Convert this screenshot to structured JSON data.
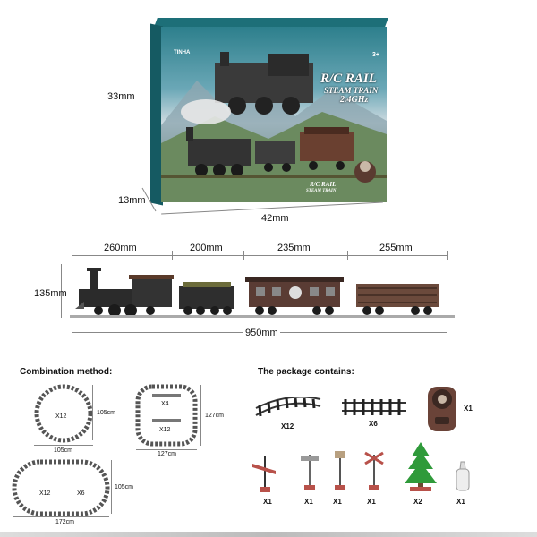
{
  "box": {
    "brand": "TINHA",
    "age": "3+",
    "title": "R/C RAIL",
    "subtitle": "STEAM TRAIN",
    "freq": "2.4GHz",
    "front_title": "R/C RAIL",
    "front_subtitle": "STEAM TRAIN"
  },
  "box_dims": {
    "height": "33mm",
    "depth": "13mm",
    "width": "42mm"
  },
  "train_dims": {
    "car1": "260mm",
    "car2": "200mm",
    "car3": "235mm",
    "car4": "255mm",
    "height": "135mm",
    "total": "950mm"
  },
  "combination": {
    "heading": "Combination method:",
    "circle": {
      "count": "X12",
      "height": "105cm",
      "width": "105cm"
    },
    "square": {
      "top_count": "X4",
      "bottom_count": "X12",
      "height": "127cm",
      "width": "127cm"
    },
    "oval": {
      "count1": "X12",
      "count2": "X6",
      "height": "105cm",
      "width": "172cm"
    }
  },
  "package": {
    "heading": "The package contains:",
    "curved_track": "X12",
    "straight_track": "X6",
    "controller": "X1",
    "signal": "X1",
    "light": "X1",
    "lamp": "X1",
    "crossing": "X1",
    "tree": "X2",
    "bottle": "X1"
  }
}
